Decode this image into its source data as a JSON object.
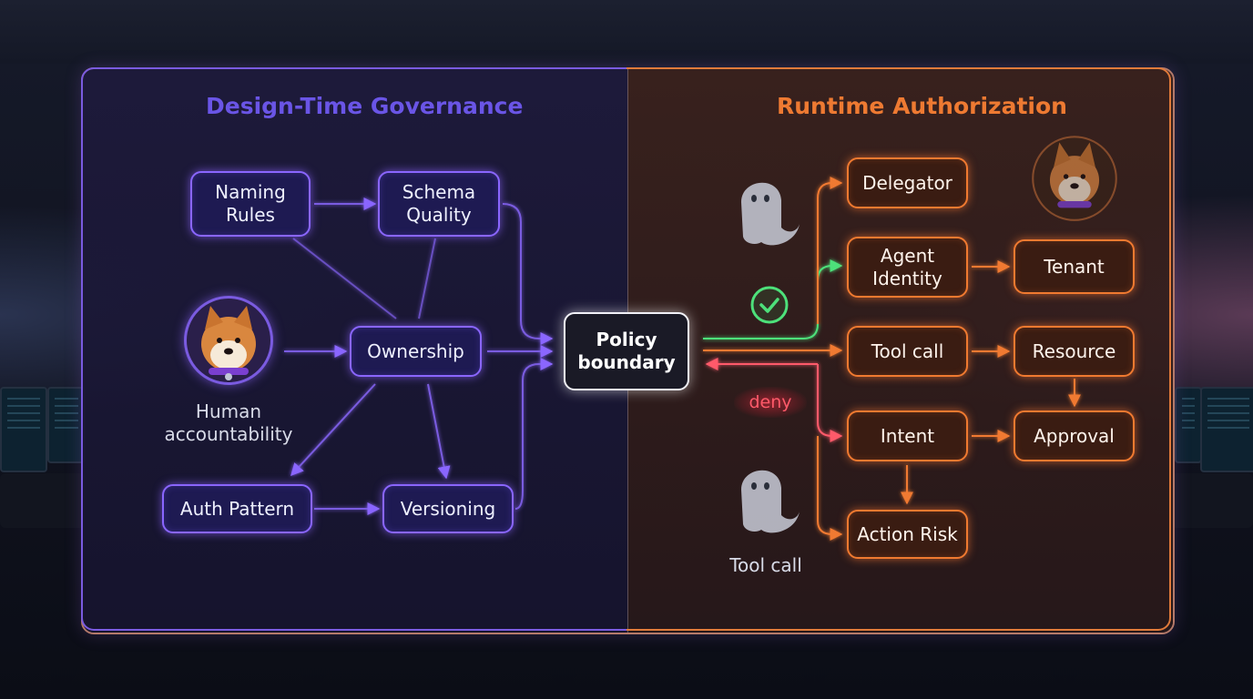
{
  "titles": {
    "left": "Design-Time Governance",
    "right": "Runtime Authorization"
  },
  "left_nodes": {
    "naming_rules": [
      "Naming",
      "Rules"
    ],
    "schema_quality": [
      "Schema",
      "Quality"
    ],
    "ownership": "Ownership",
    "auth_pattern": "Auth Pattern",
    "versioning": "Versioning"
  },
  "human_label": [
    "Human",
    "accountability"
  ],
  "policy": [
    "Policy",
    "boundary"
  ],
  "right_nodes": {
    "delegator": "Delegator",
    "agent_identity": [
      "Agent",
      "Identity"
    ],
    "tenant": "Tenant",
    "tool_call": "Tool call",
    "resource": "Resource",
    "intent": "Intent",
    "approval": "Approval",
    "action_risk": "Action Risk"
  },
  "deny_label": "deny",
  "tool_call_caption": "Tool call",
  "colors": {
    "purple": "#8a66ff",
    "orange": "#f07a30",
    "green": "#4de07a",
    "red": "#ff5a6a",
    "white": "#f2f2f8"
  },
  "icons": [
    "check-icon",
    "ghost-icon",
    "shiba-avatar"
  ]
}
